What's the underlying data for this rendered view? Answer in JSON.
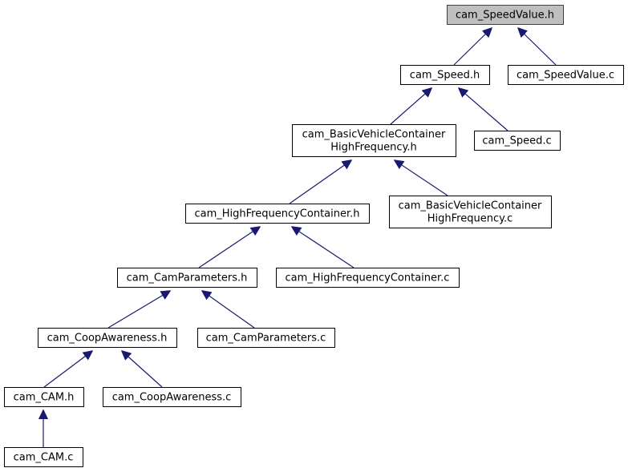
{
  "graph": {
    "nodes": [
      {
        "id": "speedvalue_h",
        "lines": [
          "cam_SpeedValue.h"
        ],
        "highlighted": true
      },
      {
        "id": "speed_h",
        "lines": [
          "cam_Speed.h"
        ]
      },
      {
        "id": "speedvalue_c",
        "lines": [
          "cam_SpeedValue.c"
        ]
      },
      {
        "id": "basic_h",
        "lines": [
          "cam_BasicVehicleContainer",
          "HighFrequency.h"
        ]
      },
      {
        "id": "speed_c",
        "lines": [
          "cam_Speed.c"
        ]
      },
      {
        "id": "hfc_h",
        "lines": [
          "cam_HighFrequencyContainer.h"
        ]
      },
      {
        "id": "basic_c",
        "lines": [
          "cam_BasicVehicleContainer",
          "HighFrequency.c"
        ]
      },
      {
        "id": "camparams_h",
        "lines": [
          "cam_CamParameters.h"
        ]
      },
      {
        "id": "hfc_c",
        "lines": [
          "cam_HighFrequencyContainer.c"
        ]
      },
      {
        "id": "coop_h",
        "lines": [
          "cam_CoopAwareness.h"
        ]
      },
      {
        "id": "camparams_c",
        "lines": [
          "cam_CamParameters.c"
        ]
      },
      {
        "id": "cam_h",
        "lines": [
          "cam_CAM.h"
        ]
      },
      {
        "id": "coop_c",
        "lines": [
          "cam_CoopAwareness.c"
        ]
      },
      {
        "id": "cam_c",
        "lines": [
          "cam_CAM.c"
        ]
      }
    ],
    "edges": [
      {
        "from": "speed_h",
        "to": "speedvalue_h"
      },
      {
        "from": "speedvalue_c",
        "to": "speedvalue_h"
      },
      {
        "from": "basic_h",
        "to": "speed_h"
      },
      {
        "from": "speed_c",
        "to": "speed_h"
      },
      {
        "from": "hfc_h",
        "to": "basic_h"
      },
      {
        "from": "basic_c",
        "to": "basic_h"
      },
      {
        "from": "camparams_h",
        "to": "hfc_h"
      },
      {
        "from": "hfc_c",
        "to": "hfc_h"
      },
      {
        "from": "coop_h",
        "to": "camparams_h"
      },
      {
        "from": "camparams_c",
        "to": "camparams_h"
      },
      {
        "from": "cam_h",
        "to": "coop_h"
      },
      {
        "from": "coop_c",
        "to": "coop_h"
      },
      {
        "from": "cam_c",
        "to": "cam_h"
      }
    ],
    "colors": {
      "node_fill": "#ffffff",
      "node_stroke": "#000000",
      "highlight_fill": "#bfbfbf",
      "highlight_stroke": "#404040",
      "edge": "#191970"
    }
  }
}
